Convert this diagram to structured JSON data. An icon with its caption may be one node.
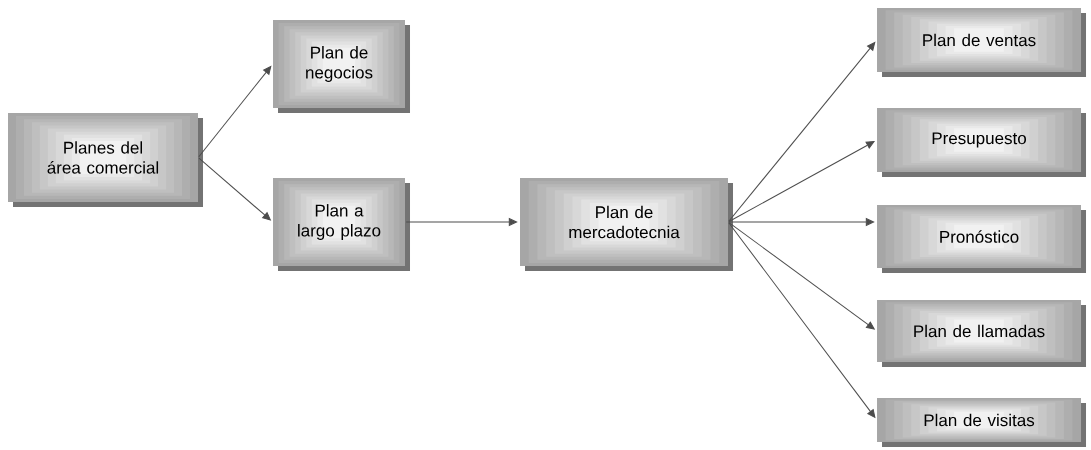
{
  "diagram": {
    "nodes": [
      {
        "text": [
          "Planes del área comercial"
        ]
      },
      {
        "text": [
          "Plan de negocios"
        ]
      },
      {
        "text": [
          "Plan a largo plazo"
        ]
      },
      {
        "text": [
          "Plan de mercadotecnia"
        ]
      },
      {
        "text": [
          "Plan de ventas"
        ]
      },
      {
        "text": [
          "Presupuesto"
        ]
      },
      {
        "text": [
          "Pronóstico"
        ]
      },
      {
        "text": [
          "Plan de llamadas"
        ]
      },
      {
        "text": [
          "Plan de visitas"
        ]
      }
    ],
    "edges": [
      {
        "from": 0,
        "to": 1,
        "arrow": "to"
      },
      {
        "from": 0,
        "to": 2,
        "arrow": "to"
      },
      {
        "from": 2,
        "to": 3,
        "arrow": "to"
      },
      {
        "from": 3,
        "to": 4,
        "arrow": "to"
      },
      {
        "from": 3,
        "to": 5,
        "arrow": "to"
      },
      {
        "from": 3,
        "to": 6,
        "arrow": "to"
      },
      {
        "from": 3,
        "to": 7,
        "arrow": "to"
      },
      {
        "from": 3,
        "to": 8,
        "arrow": "to"
      }
    ]
  }
}
